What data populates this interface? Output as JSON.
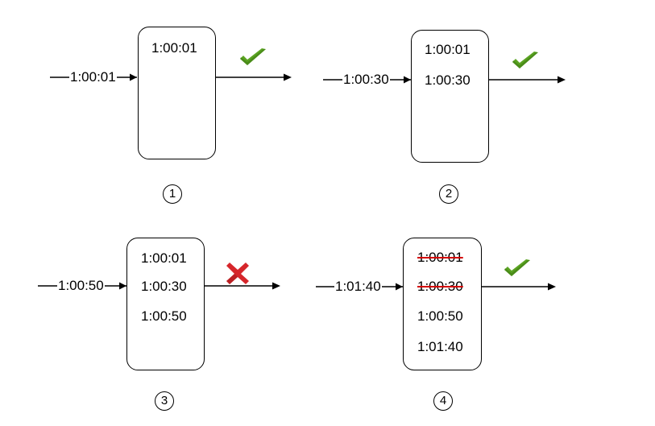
{
  "colors": {
    "accept": "#5aa321",
    "reject": "#d6262b",
    "strike": "#d40000"
  },
  "panels": [
    {
      "step": "1",
      "input": "1:00:01",
      "entries": [
        {
          "text": "1:00:01",
          "struck": false
        }
      ],
      "result": "accepted",
      "result_icon": "check-icon"
    },
    {
      "step": "2",
      "input": "1:00:30",
      "entries": [
        {
          "text": "1:00:01",
          "struck": false
        },
        {
          "text": "1:00:30",
          "struck": false
        }
      ],
      "result": "accepted",
      "result_icon": "check-icon"
    },
    {
      "step": "3",
      "input": "1:00:50",
      "entries": [
        {
          "text": "1:00:01",
          "struck": false
        },
        {
          "text": "1:00:30",
          "struck": false
        },
        {
          "text": "1:00:50",
          "struck": false
        }
      ],
      "result": "rejected",
      "result_icon": "cross-icon"
    },
    {
      "step": "4",
      "input": "1:01:40",
      "entries": [
        {
          "text": "1:00:01",
          "struck": true
        },
        {
          "text": "1:00:30",
          "struck": true
        },
        {
          "text": "1:00:50",
          "struck": false
        },
        {
          "text": "1:01:40",
          "struck": false
        }
      ],
      "result": "accepted",
      "result_icon": "check-icon"
    }
  ]
}
